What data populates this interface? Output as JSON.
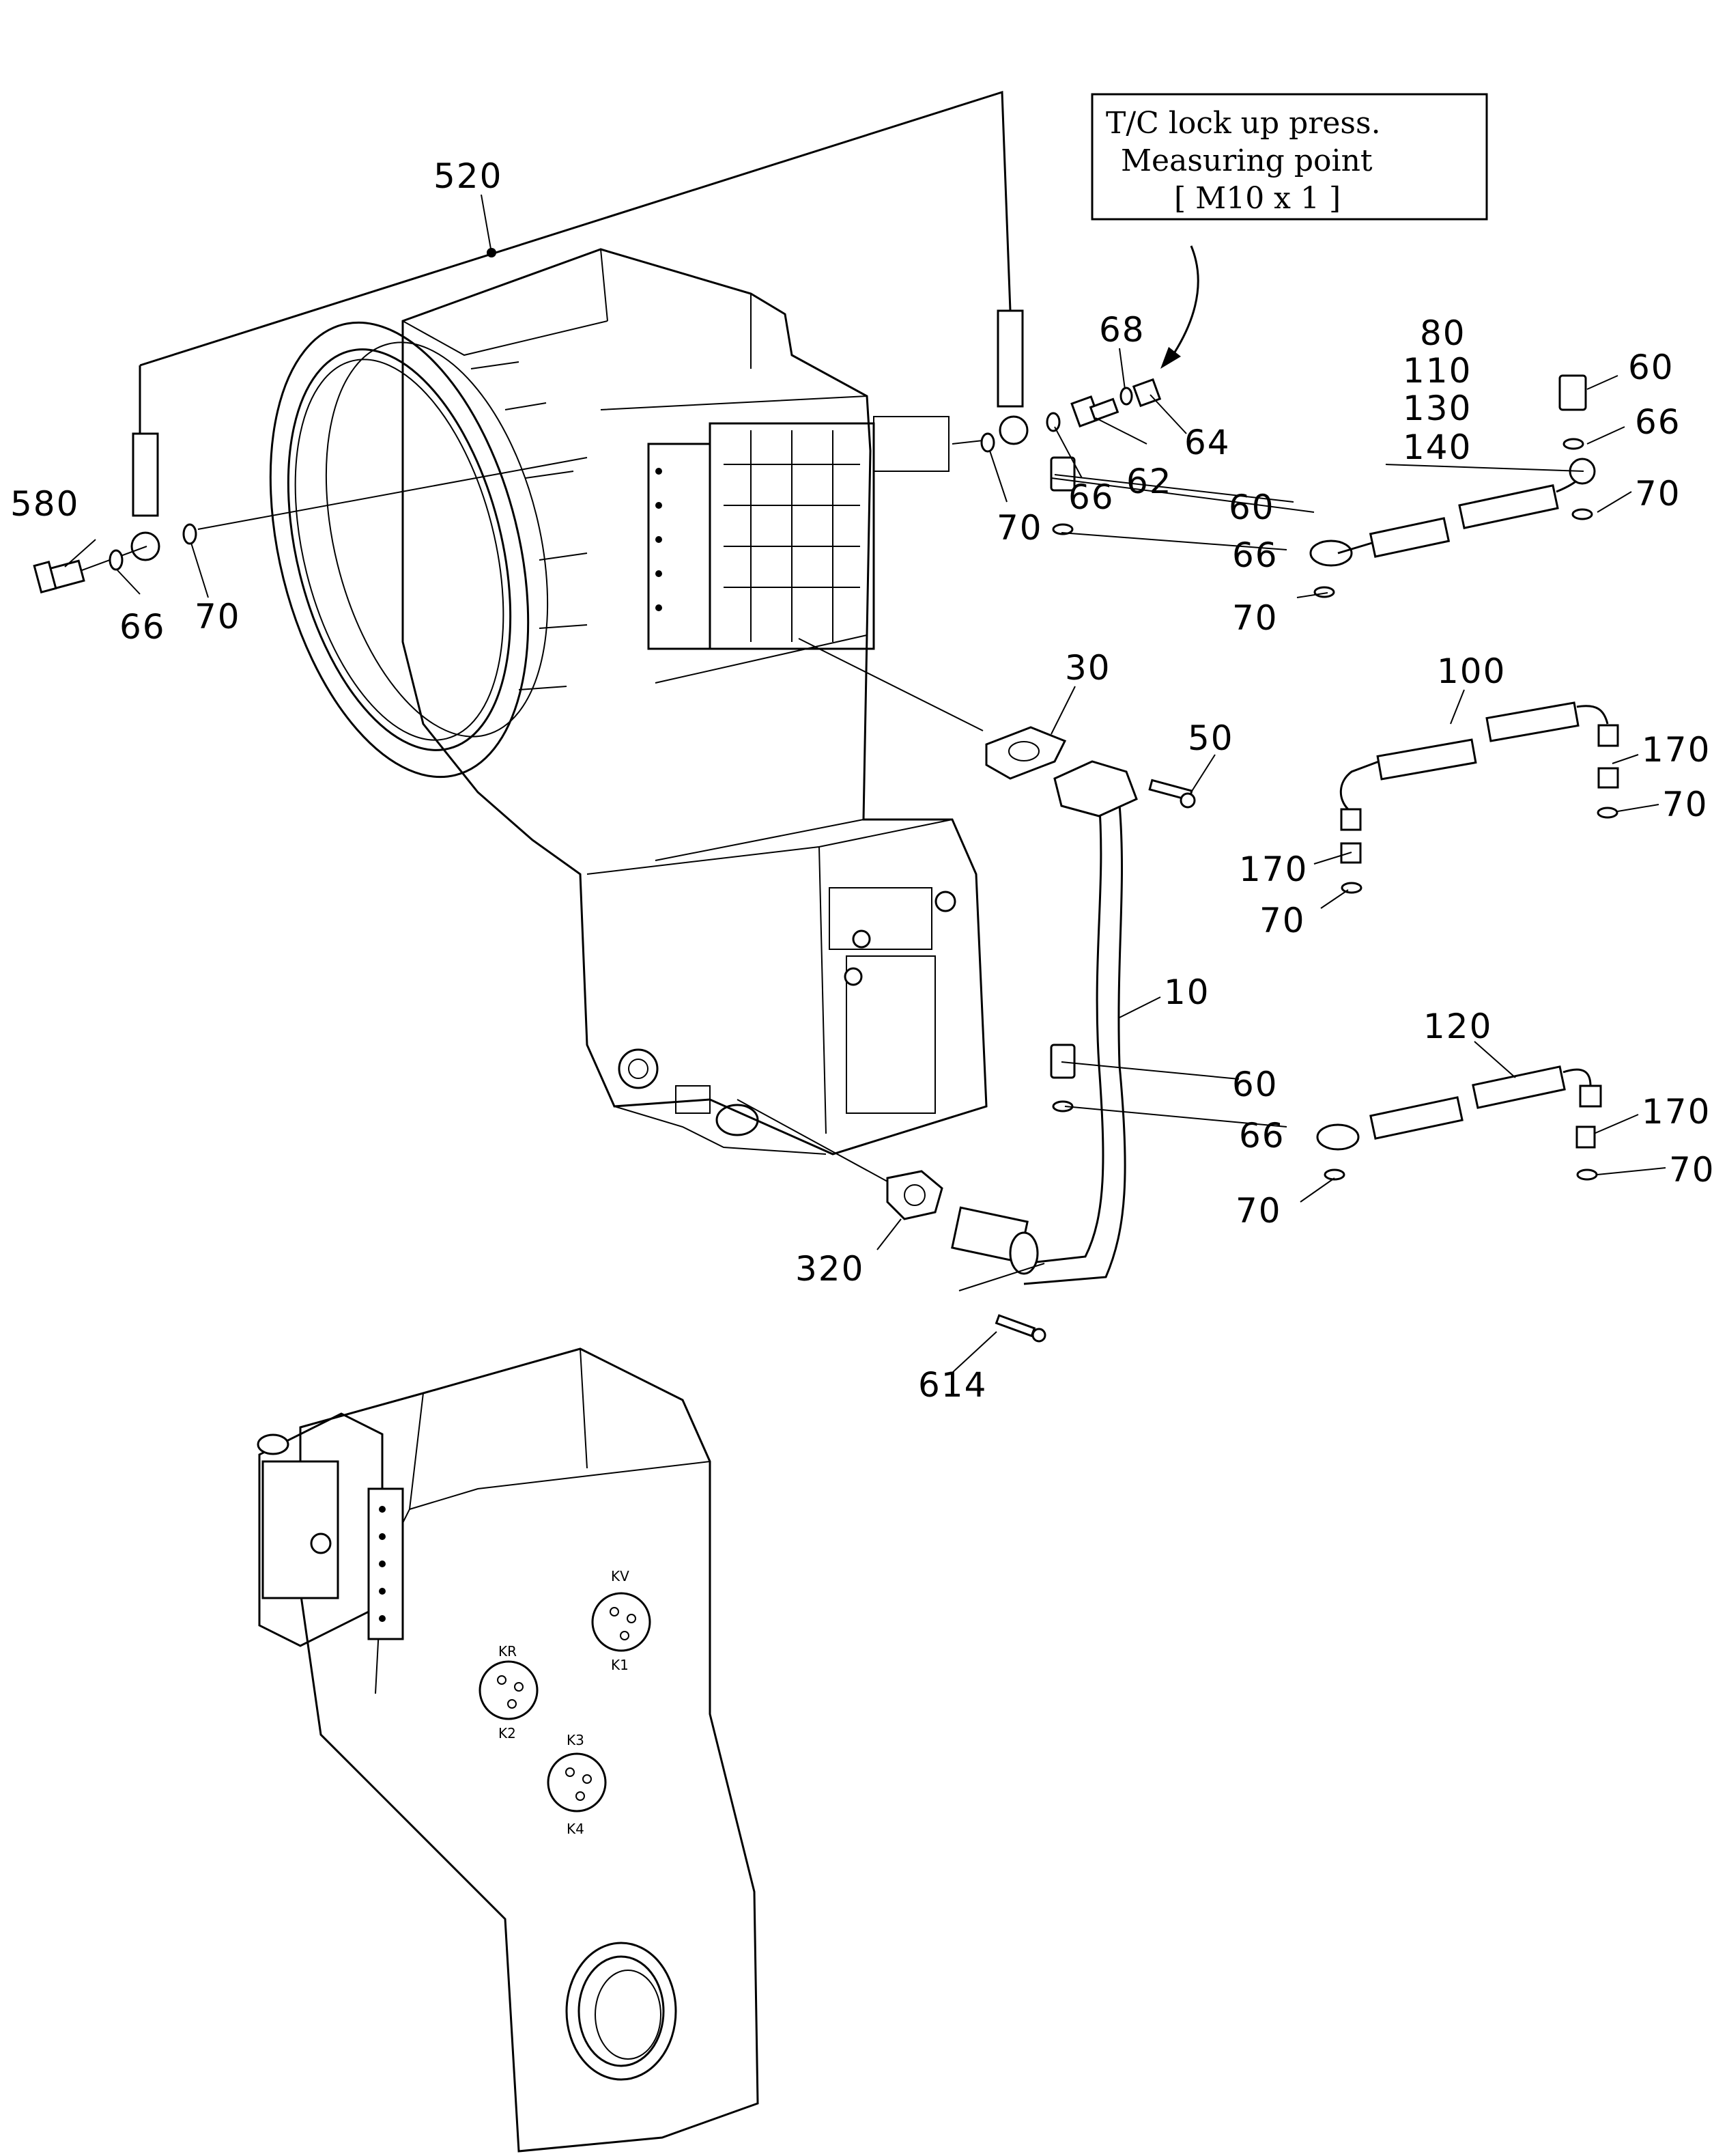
{
  "note_box": {
    "line1": "T/C lock up press.",
    "line2": "Measuring point",
    "line3": "[ M10 x 1 ]"
  },
  "callouts": [
    "520",
    "68",
    "80",
    "110",
    "130",
    "140",
    "60",
    "66",
    "62",
    "64",
    "580",
    "66",
    "70",
    "70",
    "66",
    "60",
    "66",
    "70",
    "70",
    "30",
    "100",
    "50",
    "170",
    "70",
    "170",
    "70",
    "10",
    "120",
    "60",
    "66",
    "170",
    "70",
    "70",
    "320",
    "614"
  ],
  "port_labels": [
    "KV",
    "K1",
    "KR",
    "K2",
    "K3",
    "K4"
  ]
}
